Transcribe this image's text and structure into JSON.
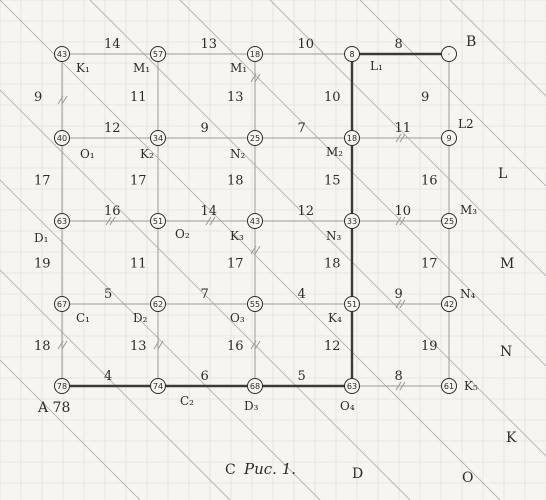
{
  "caption": "Рис. 1.",
  "colors": {
    "paper": "#f6f5f1",
    "grid": "#dedcd4",
    "ink": "#2b2b2b",
    "pencil": "#9a9a9a",
    "bold": "#3a3a3a"
  },
  "nodes": [
    {
      "id": "r0c0",
      "value": "43"
    },
    {
      "id": "r0c1",
      "value": "57"
    },
    {
      "id": "r0c2",
      "value": "18"
    },
    {
      "id": "r0c3",
      "value": "8"
    },
    {
      "id": "r0c4",
      "value": "·"
    },
    {
      "id": "r1c0",
      "value": "40"
    },
    {
      "id": "r1c1",
      "value": "34"
    },
    {
      "id": "r1c2",
      "value": "25"
    },
    {
      "id": "r1c3",
      "value": "18"
    },
    {
      "id": "r1c4",
      "value": "9"
    },
    {
      "id": "r2c0",
      "value": "63"
    },
    {
      "id": "r2c1",
      "value": "51"
    },
    {
      "id": "r2c2",
      "value": "43"
    },
    {
      "id": "r2c3",
      "value": "33"
    },
    {
      "id": "r2c4",
      "value": "25"
    },
    {
      "id": "r3c0",
      "value": "67"
    },
    {
      "id": "r3c1",
      "value": "62"
    },
    {
      "id": "r3c2",
      "value": "55"
    },
    {
      "id": "r3c3",
      "value": "51"
    },
    {
      "id": "r3c4",
      "value": "42"
    },
    {
      "id": "r4c0",
      "value": "78"
    },
    {
      "id": "r4c1",
      "value": "74"
    },
    {
      "id": "r4c2",
      "value": "68"
    },
    {
      "id": "r4c3",
      "value": "63"
    },
    {
      "id": "r4c4",
      "value": "61"
    }
  ],
  "h_edges": [
    [
      "14",
      "13",
      "10",
      "8"
    ],
    [
      "12",
      "9",
      "7",
      "11"
    ],
    [
      "16",
      "14",
      "12",
      "10"
    ],
    [
      "5",
      "7",
      "4",
      "9"
    ],
    [
      "4",
      "6",
      "5",
      "8"
    ]
  ],
  "v_edges": [
    [
      "9",
      "11",
      "13",
      "10",
      "9"
    ],
    [
      "17",
      "17",
      "18",
      "15",
      "16"
    ],
    [
      "19",
      "11",
      "17",
      "18",
      "17"
    ],
    [
      "18",
      "13",
      "16",
      "12",
      "19"
    ]
  ],
  "point_labels": [
    {
      "id": "B",
      "text": "B"
    },
    {
      "id": "A",
      "text": "A 78"
    },
    {
      "id": "K1",
      "text": "K₁"
    },
    {
      "id": "M1",
      "text": "M₁"
    },
    {
      "id": "M1b",
      "text": "M₁"
    },
    {
      "id": "L1",
      "text": "L₁"
    },
    {
      "id": "O1",
      "text": "O₁"
    },
    {
      "id": "K2",
      "text": "K₂"
    },
    {
      "id": "N2",
      "text": "N₂"
    },
    {
      "id": "M2",
      "text": "M₂"
    },
    {
      "id": "L2",
      "text": "L2"
    },
    {
      "id": "D1",
      "text": "D₁"
    },
    {
      "id": "O2",
      "text": "O₂"
    },
    {
      "id": "K3",
      "text": "K₃"
    },
    {
      "id": "N3",
      "text": "N₃"
    },
    {
      "id": "M3",
      "text": "M₃"
    },
    {
      "id": "C1",
      "text": "C₁"
    },
    {
      "id": "D2",
      "text": "D₂"
    },
    {
      "id": "O3",
      "text": "O₃"
    },
    {
      "id": "K4",
      "text": "K₄"
    },
    {
      "id": "N4",
      "text": "N₄"
    },
    {
      "id": "C2",
      "text": "C₂"
    },
    {
      "id": "D3",
      "text": "D₃"
    },
    {
      "id": "O4",
      "text": "O₄"
    },
    {
      "id": "K5",
      "text": "K₅"
    }
  ],
  "diag_labels": [
    {
      "id": "L",
      "text": "L"
    },
    {
      "id": "M",
      "text": "M"
    },
    {
      "id": "N",
      "text": "N"
    },
    {
      "id": "K",
      "text": "K"
    },
    {
      "id": "O",
      "text": "O"
    },
    {
      "id": "C",
      "text": "C"
    },
    {
      "id": "D",
      "text": "D"
    }
  ]
}
